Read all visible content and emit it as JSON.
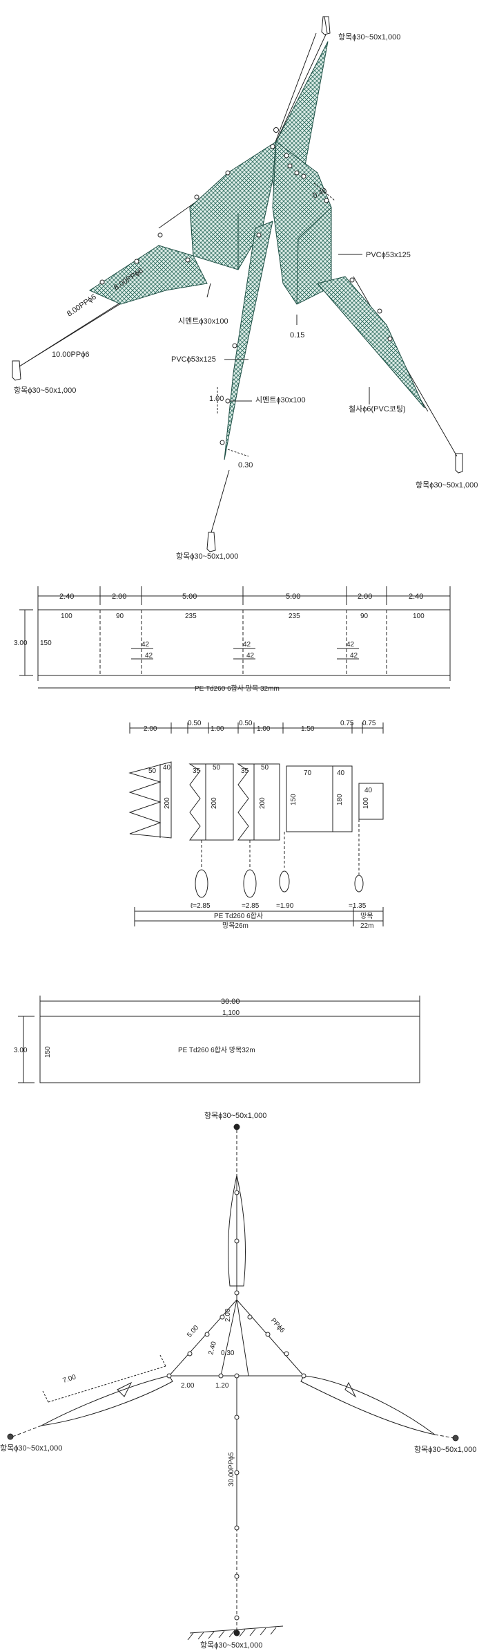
{
  "iso": {
    "stake_top_right": "항목ϕ30~50x1,000",
    "stake_left": "항목ϕ30~50x1,000",
    "stake_right": "항목ϕ30~50x1,000",
    "stake_bottom": "항목ϕ30~50x1,000",
    "rope_10": "10.00PPϕ6",
    "rope_8a": "8.00PPϕ6",
    "rope_8b": "8.00PPϕ6",
    "cement_1": "시멘트ϕ30x100",
    "cement_2": "시멘트ϕ30x100",
    "pvc_1": "PVCϕ53x125",
    "pvc_2": "PVCϕ53x125",
    "wire": "철사ϕ6(PVC코팅)",
    "d040": "0.40",
    "d015": "0.15",
    "d100": "1.00",
    "d030": "0.30"
  },
  "leader": {
    "top_dims": [
      "2.40",
      "2.00",
      "5.00",
      "5.00",
      "2.00",
      "2.40"
    ],
    "height": "3.00",
    "mesh_counts": [
      "100",
      "90",
      "235",
      "235",
      "90",
      "100"
    ],
    "left_count": "150",
    "tie_counts": [
      "42",
      "42",
      "42",
      "42",
      "42",
      "42"
    ],
    "material": "PE Td260 6합사 망목 32mm"
  },
  "trap": {
    "top_dims": [
      "2.00",
      "0.50",
      "1.00",
      "0.50",
      "1.00",
      "1.50",
      "0.75",
      "0.75"
    ],
    "panel_counts": [
      "50",
      "40",
      "35",
      "50",
      "35",
      "50",
      "70",
      "40",
      "40"
    ],
    "vert_counts": [
      "200",
      "200",
      "200",
      "150",
      "180",
      "100"
    ],
    "ring_labels": [
      "ℓ=2.85",
      "=2.85",
      "=1.90",
      "=1.35"
    ],
    "material": "PE Td260 6합사",
    "mesh_left": "망목26m",
    "mesh_right_a": "망목",
    "mesh_right_b": "22m"
  },
  "wing": {
    "width": "30.00",
    "count": "1,100",
    "height": "3.00",
    "side_count": "150",
    "material": "PE Td260 6합사 망목32m"
  },
  "plan": {
    "stake_top": "항목ϕ30~50x1,000",
    "stake_left": "항목ϕ30~50x1,000",
    "stake_right": "항목ϕ30~50x1,000",
    "stake_bottom": "항목ϕ30~50x1,000",
    "d500": "5.00",
    "d200a": "2.00",
    "d240": "2.40",
    "d030": "0.30",
    "d700": "7.00",
    "d200b": "2.00",
    "d120": "1.20",
    "rope_pp6": "PPϕ6",
    "rope_30": "30.00PPϕ5"
  }
}
